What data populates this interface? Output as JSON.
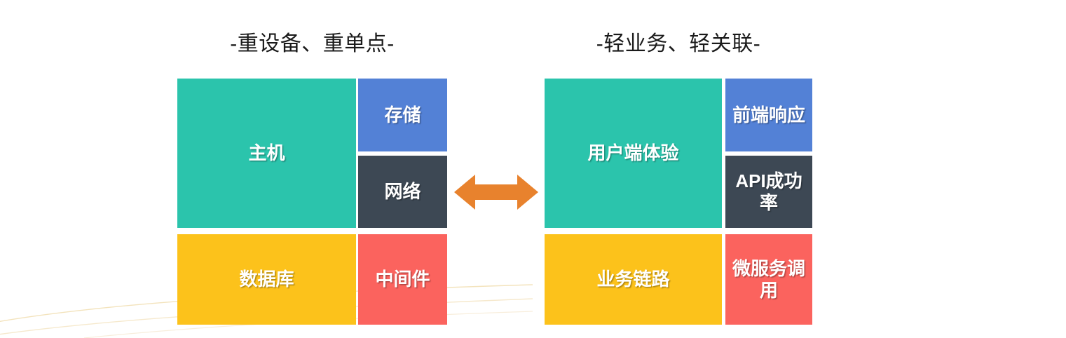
{
  "diagram": {
    "type": "comparison-diagram",
    "background_color": "#ffffff",
    "left_group": {
      "title": "-重设备、重单点-",
      "tiles": [
        {
          "label": "主机",
          "color": "#2bc4ac",
          "role": "primary-large"
        },
        {
          "label": "存储",
          "color": "#5381d6",
          "role": "secondary"
        },
        {
          "label": "网络",
          "color": "#3d4854",
          "role": "secondary"
        },
        {
          "label": "数据库",
          "color": "#fcc21b",
          "role": "primary-wide"
        },
        {
          "label": "中间件",
          "color": "#fb635e",
          "role": "secondary"
        }
      ]
    },
    "right_group": {
      "title": "-轻业务、轻关联-",
      "tiles": [
        {
          "label": "用户端体验",
          "color": "#2bc4ac",
          "role": "primary-large"
        },
        {
          "label": "前端响应",
          "color": "#5381d6",
          "role": "secondary"
        },
        {
          "label": "API成功率",
          "color": "#3d4854",
          "role": "secondary"
        },
        {
          "label": "业务链路",
          "color": "#fcc21b",
          "role": "primary-wide"
        },
        {
          "label": "微服务调用",
          "color": "#fb635e",
          "role": "secondary"
        }
      ]
    },
    "connector": {
      "icon": "double-headed-arrow-icon",
      "color": "#e8822d",
      "direction": "bidirectional"
    },
    "decoration": {
      "icon": "swoosh-lines-icon",
      "color": "#f5e2b0"
    }
  }
}
